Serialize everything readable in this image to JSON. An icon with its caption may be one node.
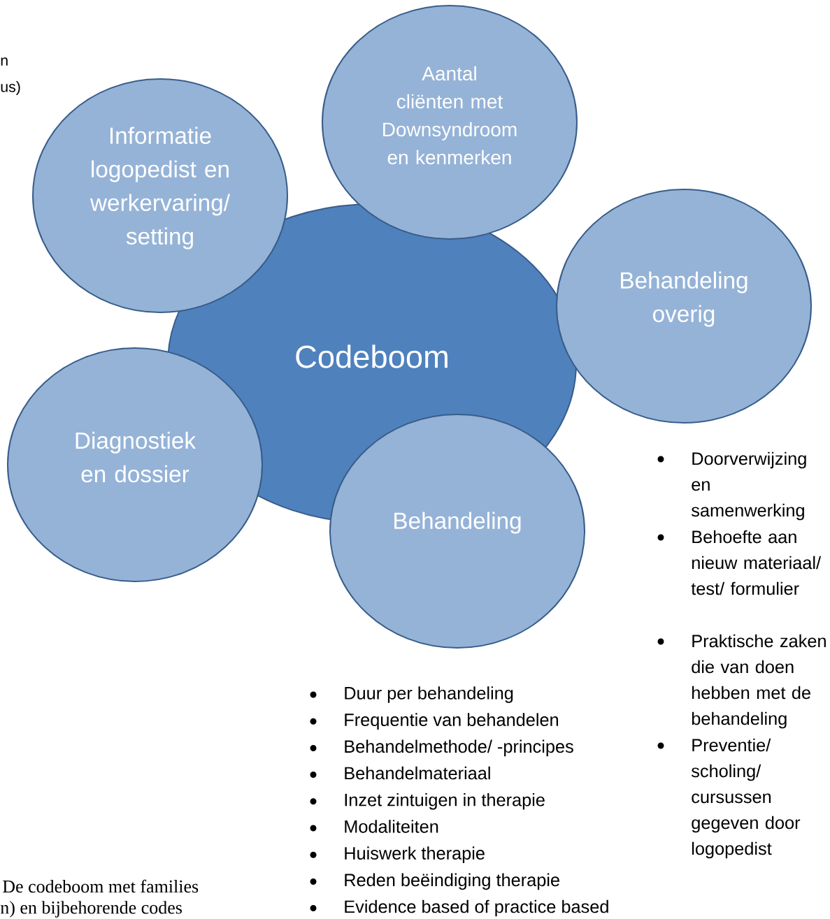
{
  "diagram": {
    "nodes": [
      {
        "text": [
          "Codeboom"
        ]
      },
      {
        "text": [
          "Informatie logopedist en werkervaring/ setting"
        ]
      },
      {
        "text": [
          "Aantal cliënten met Downsyndroom en kenmerken"
        ]
      },
      {
        "text": [
          "Behandeling overig"
        ]
      },
      {
        "text": [
          "Diagnostiek en dossier"
        ]
      },
      {
        "text": [
          "Behandeling"
        ]
      }
    ],
    "labels": [
      "n",
      "us)",
      "Doorverwijzing en samenwerking",
      "Behoefte aan nieuw materiaal/ test/ formulier",
      "Praktische zaken die van doen hebben met de behandeling",
      "Preventie/ scholing/ cursussen gegeven door logopedist",
      "Duur per behandeling",
      "Frequentie van behandelen",
      "Behandelmethode/ -principes",
      "Behandelmateriaal",
      "Inzet zintuigen in therapie",
      "Modaliteiten",
      "Huiswerk therapie",
      "Reden beëindiging therapie",
      "Evidence based of practice based",
      "De codeboom met families",
      "n) en bijbehorende codes"
    ]
  }
}
